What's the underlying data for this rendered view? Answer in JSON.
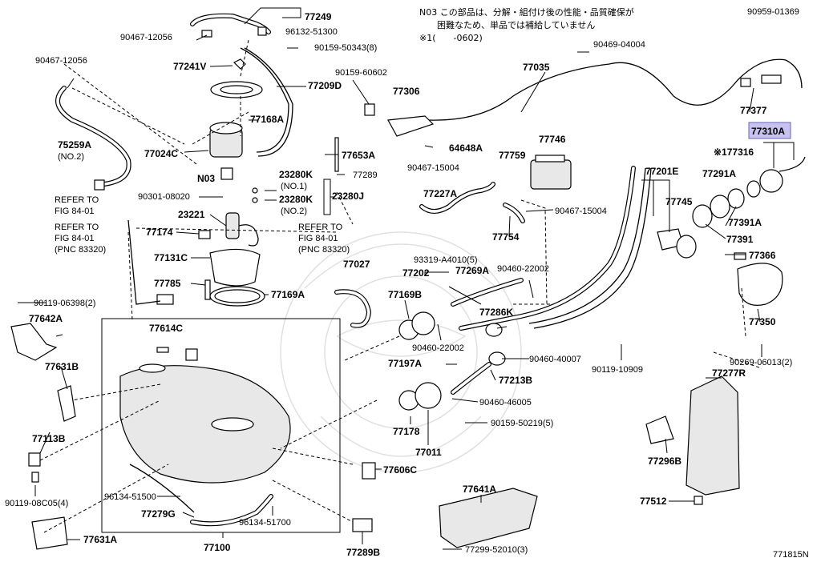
{
  "notes": {
    "line1": "N03 この部品は、分解・組付け後の性能・品質確保が",
    "line2": "困難なため、単品では補給していません",
    "line3": "※1(　　-0602)"
  },
  "labels": {
    "p77249": "77249",
    "p90467_12056a": "90467-12056",
    "p96132_51300": "96132-51300",
    "p90159_50343": "90159-50343(8)",
    "p90959_01369": "90959-01369",
    "p90467_12056b": "90467-12056",
    "p77241v": "77241V",
    "p77209d": "77209D",
    "p90469_04004": "90469-04004",
    "p77035": "77035",
    "p90159_60602": "90159-60602",
    "p77306": "77306",
    "p77377": "77377",
    "p77168a": "77168A",
    "p75259a": "75259A",
    "p75259a_no2": "(NO.2)",
    "p77024c": "77024C",
    "p77653a": "77653A",
    "p64648a": "64648A",
    "p77746": "77746",
    "p77310a": "77310A",
    "p77759": "77759",
    "p77201e": "77201E",
    "p77316": "※177316",
    "p77289": "77289",
    "p90467_15004a": "90467-15004",
    "p77291a": "77291A",
    "n03": "N03",
    "p23280k_1": "23280K",
    "no1": "(NO.1)",
    "p23280j": "23280J",
    "p23280k_2": "23280K",
    "no2": "(NO.2)",
    "refer1a": "REFER TO",
    "refer1b": "FIG 84-01",
    "p90301_08020": "90301-08020",
    "p77227a": "77227A",
    "p77745": "77745",
    "p77391a": "77391A",
    "p90467_15004b": "90467-15004",
    "p23221": "23221",
    "p77754": "77754",
    "p77391": "77391",
    "refer2a": "REFER TO",
    "refer2b": "FIG 84-01",
    "refer2c": "(PNC 83320)",
    "p77174": "77174",
    "refer3a": "REFER TO",
    "refer3b": "FIG 84-01",
    "refer3c": "(PNC 83320)",
    "p77027": "77027",
    "p93319": "93319-A4010(5)",
    "p77366": "77366",
    "p77131c": "77131C",
    "p77202": "77202",
    "p77269a": "77269A",
    "p90460_22002a": "90460-22002",
    "p77785": "77785",
    "p77169a": "77169A",
    "p77169b": "77169B",
    "p90119_06398": "90119-06398(2)",
    "p77286k": "77286K",
    "p77350": "77350",
    "p77642a": "77642A",
    "p77614c": "77614C",
    "p90460_22002b": "90460-22002",
    "p90460_40007": "90460-40007",
    "p90269_06013": "90269-06013(2)",
    "p77631b": "77631B",
    "p77197a": "77197A",
    "p90119_10909": "90119-10909",
    "p77277r": "77277R",
    "p77213b": "77213B",
    "p90460_46005": "90460-46005",
    "p77113b": "77113B",
    "p90159_50219": "90159-50219(5)",
    "p77178": "77178",
    "p77296b": "77296B",
    "p77011": "77011",
    "p77606c": "77606C",
    "p77641a": "77641A",
    "p90119_08c05": "90119-08C05(4)",
    "p96134_51500": "96134-51500",
    "p77512": "77512",
    "p77279g": "77279G",
    "p96134_51700": "96134-51700",
    "p77631a": "77631A",
    "p77100": "77100",
    "p77289b": "77289B",
    "p77299_52010": "77299-52010(3)",
    "figure_id": "771815N"
  },
  "colors": {
    "highlight_fill": "#c7c3ee",
    "highlight_border": "#6a63b8"
  }
}
